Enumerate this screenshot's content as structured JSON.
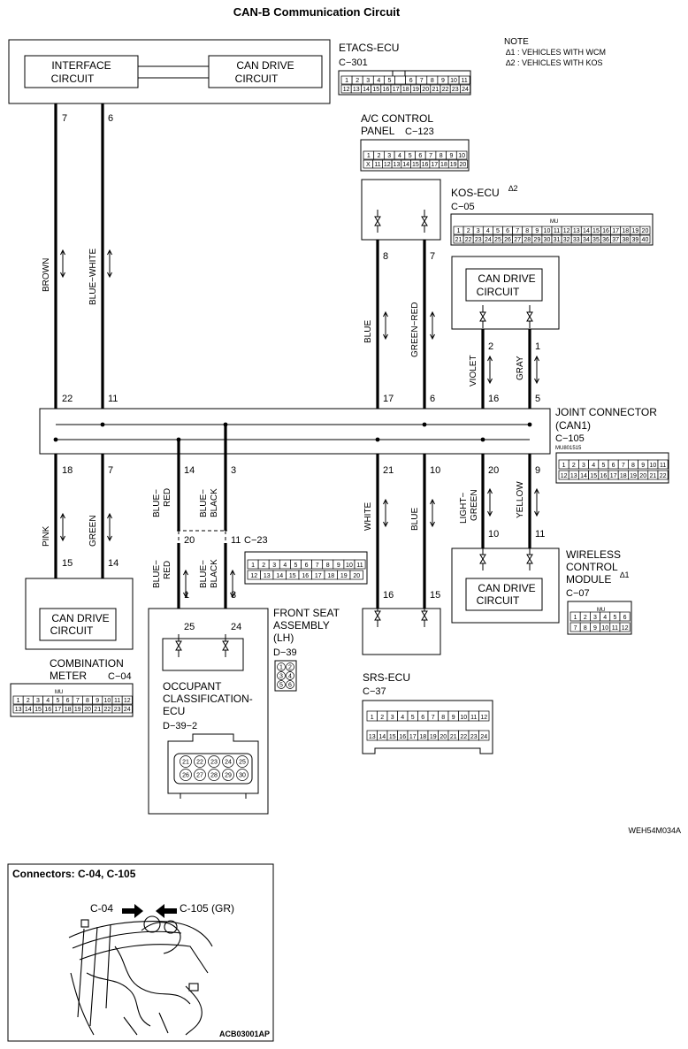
{
  "title": "CAN-B Communication Circuit",
  "note": {
    "heading": "NOTE",
    "lines": [
      "∆1 : VEHICLES WITH WCM",
      "∆2 : VEHICLES WITH KOS"
    ]
  },
  "etacs": {
    "name": "ETACS-ECU",
    "connector": "C−301",
    "interface": [
      "INTERFACE",
      "CIRCUIT"
    ],
    "can_drive": [
      "CAN DRIVE",
      "CIRCUIT"
    ],
    "pins_top": [
      "1",
      "2",
      "3",
      "4",
      "5",
      "",
      "6",
      "7",
      "8",
      "9",
      "10",
      "11"
    ],
    "pins_bottom": [
      "12",
      "13",
      "14",
      "15",
      "16",
      "17",
      "18",
      "19",
      "20",
      "21",
      "22",
      "23",
      "24"
    ]
  },
  "ac_panel": {
    "name": "A/C CONTROL",
    "name2": "PANEL",
    "connector": "C−123",
    "pins_top": [
      "1",
      "2",
      "3",
      "4",
      "5",
      "6",
      "7",
      "8",
      "9",
      "10"
    ],
    "pins_bottom": [
      "X",
      "11",
      "12",
      "13",
      "14",
      "15",
      "16",
      "17",
      "18",
      "19",
      "20"
    ]
  },
  "kos": {
    "name": "KOS-ECU",
    "mark": "∆2",
    "connector": "C−05",
    "mu": "MU",
    "pins_top": [
      "1",
      "2",
      "3",
      "4",
      "5",
      "6",
      "7",
      "8",
      "9",
      "10",
      "11",
      "12",
      "13",
      "14",
      "15",
      "16",
      "17",
      "18",
      "19",
      "20"
    ],
    "pins_bottom": [
      "21",
      "22",
      "23",
      "24",
      "25",
      "26",
      "27",
      "28",
      "29",
      "30",
      "31",
      "32",
      "33",
      "34",
      "35",
      "36",
      "37",
      "38",
      "39",
      "40"
    ]
  },
  "kos_can": [
    "CAN DRIVE",
    "CIRCUIT"
  ],
  "joint": {
    "name": "JOINT CONNECTOR",
    "name2": "(CAN1)",
    "connector": "C−105",
    "part": "MU801515",
    "pins_top": [
      "1",
      "2",
      "3",
      "4",
      "5",
      "6",
      "7",
      "8",
      "9",
      "10",
      "11"
    ],
    "pins_bottom": [
      "12",
      "13",
      "14",
      "15",
      "16",
      "17",
      "18",
      "19",
      "20",
      "21",
      "22"
    ]
  },
  "wires": {
    "w7": "7",
    "w6": "6",
    "brown": "BROWN",
    "blue_white": "BLUE−WHITE",
    "w8": "8",
    "w7b": "7",
    "blue": "BLUE",
    "green_red": "GREEN−RED",
    "w2": "2",
    "w1": "1",
    "violet": "VIOLET",
    "gray": "GRAY",
    "j22": "22",
    "j11": "11",
    "j17": "17",
    "j6": "6",
    "j16": "16",
    "j5": "5",
    "j18": "18",
    "j7": "7",
    "j14": "14",
    "j3": "3",
    "j21": "21",
    "j10": "10",
    "j20": "20",
    "j9": "9",
    "pink": "PINK",
    "green": "GREEN",
    "blue_red_a": "BLUE−",
    "blue_red_b": "RED",
    "blue_black_a": "BLUE−",
    "blue_black_b": "BLACK",
    "white": "WHITE",
    "blue2": "BLUE",
    "light_a": "LIGHT−",
    "light_b": "GREEN",
    "yellow": "YELLOW",
    "m15": "15",
    "m14": "14",
    "c20": "20",
    "c11": "11",
    "c23": "C−23",
    "blue_red2_a": "BLUE−",
    "blue_red2_b": "RED",
    "blue_black2_a": "BLUE−",
    "blue_black2_b": "BLACK",
    "c1": "1",
    "c3": "3",
    "o25": "25",
    "o24": "24",
    "s16": "16",
    "s15": "15",
    "w10": "10",
    "w11": "11"
  },
  "c23": {
    "pins_top": [
      "1",
      "2",
      "3",
      "4",
      "5",
      "6",
      "7",
      "8",
      "9",
      "10",
      "11"
    ],
    "pins_bottom": [
      "12",
      "13",
      "14",
      "15",
      "16",
      "17",
      "18",
      "19",
      "20"
    ]
  },
  "combo": {
    "can": [
      "CAN DRIVE",
      "CIRCUIT"
    ],
    "name": "COMBINATION",
    "name2": "METER",
    "connector": "C−04",
    "mu": "MU",
    "pins_top": [
      "1",
      "2",
      "3",
      "4",
      "5",
      "6",
      "7",
      "8",
      "9",
      "10",
      "11",
      "12"
    ],
    "pins_bottom": [
      "13",
      "14",
      "15",
      "16",
      "17",
      "18",
      "19",
      "20",
      "21",
      "22",
      "23",
      "24"
    ]
  },
  "seat": {
    "name": "FRONT SEAT",
    "name2": "ASSEMBLY",
    "name3": "(LH)",
    "connector": "D−39",
    "pins": [
      "1",
      "2",
      "3",
      "4",
      "5",
      "6"
    ]
  },
  "occupant": {
    "name": "OCCUPANT",
    "name2": "CLASSIFICATION-",
    "name3": "ECU",
    "connector": "D−39−2",
    "pins_top": [
      "21",
      "22",
      "23",
      "24",
      "25"
    ],
    "pins_bottom": [
      "26",
      "27",
      "28",
      "29",
      "30"
    ]
  },
  "srs": {
    "name": "SRS-ECU",
    "connector": "C−37",
    "pins_top": [
      "1",
      "2",
      "3",
      "4",
      "5",
      "6",
      "7",
      "8",
      "9",
      "10",
      "11",
      "12"
    ],
    "pins_bottom": [
      "13",
      "14",
      "15",
      "16",
      "17",
      "18",
      "19",
      "20",
      "21",
      "22",
      "23",
      "24"
    ]
  },
  "wcm": {
    "can": [
      "CAN DRIVE",
      "CIRCUIT"
    ],
    "name": "WIRELESS",
    "name2": "CONTROL",
    "name3": "MODULE",
    "mark": "∆1",
    "connector": "C−07",
    "mu": "MU",
    "pins_top": [
      "1",
      "2",
      "3",
      "4",
      "5",
      "6"
    ],
    "pins_bottom": [
      "7",
      "8",
      "9",
      "10",
      "11",
      "12"
    ]
  },
  "code": "WEH54M034A",
  "photo": {
    "title": "Connectors: C-04, C-105",
    "label_c04": "C-04",
    "label_c105": "C-105 (GR)",
    "code": "ACB03001AP"
  }
}
